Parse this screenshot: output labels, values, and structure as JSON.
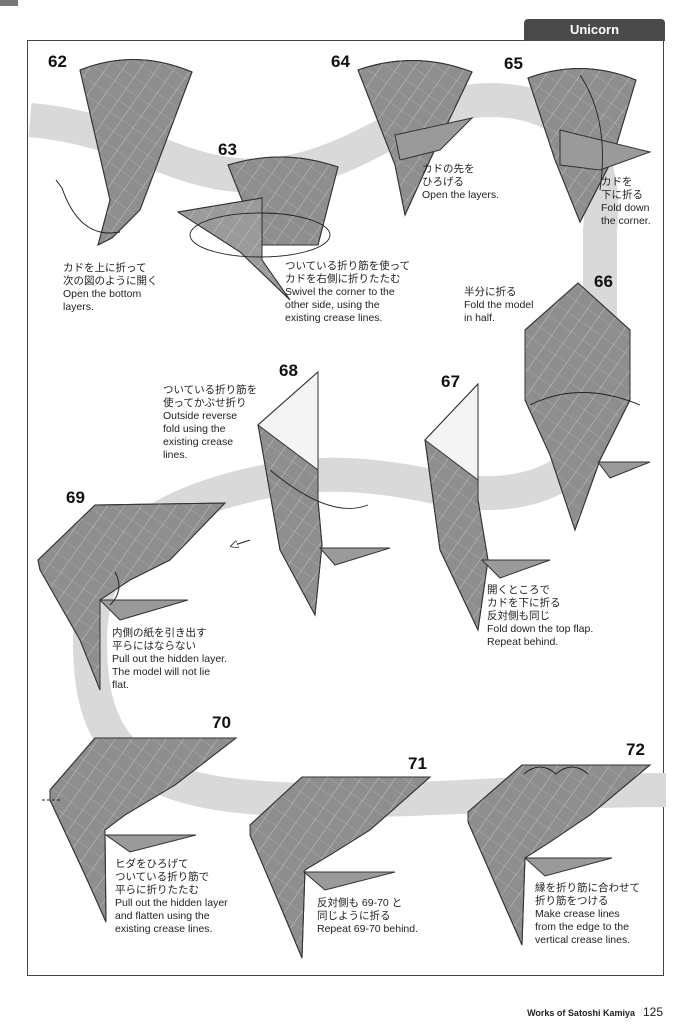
{
  "header": {
    "tab_label": "Unicorn"
  },
  "steps": [
    {
      "number": "62",
      "caption": "カドを上に折って\n次の図のように開く\nOpen the bottom\nlayers."
    },
    {
      "number": "63",
      "caption": "ついている折り筋を使って\nカドを右側に折りたたむ\nSwivel the corner to the\nother side, using the\nexisting crease lines."
    },
    {
      "number": "64",
      "caption": "カドの先を\nひろげる\nOpen the layers."
    },
    {
      "number": "65",
      "caption": "カドを\n下に折る\nFold down\nthe corner."
    },
    {
      "number": "66",
      "caption": "半分に折る\nFold the model\nin half."
    },
    {
      "number": "67",
      "caption": "開くところで\nカドを下に折る\n反対側も同じ\nFold down the top flap.\nRepeat behind."
    },
    {
      "number": "68",
      "caption": "ついている折り筋を\n使ってかぶせ折り\nOutside reverse\nfold using the\nexisting crease\nlines."
    },
    {
      "number": "69",
      "caption": "内側の紙を引き出す\n平らにはならない\nPull out the hidden layer.\nThe model will not lie\nflat."
    },
    {
      "number": "70",
      "caption": "ヒダをひろげて\nついている折り筋で\n平らに折りたたむ\nPull out the hidden layer\nand flatten using the\nexisting crease lines."
    },
    {
      "number": "71",
      "caption": "反対側も 69-70 と\n同じように折る\nRepeat 69-70 behind."
    },
    {
      "number": "72",
      "caption": "縁を折り筋に合わせて\n折り筋をつける\nMake crease lines\nfrom the edge to the\nvertical crease lines."
    }
  ],
  "footer": {
    "book_title": "Works of Satoshi Kamiya",
    "page_number": "125"
  },
  "colors": {
    "paper": "#8f8f8f",
    "band": "#d6d6d6",
    "tab": "#4a4a4a",
    "crease": "#e8e8e8"
  }
}
